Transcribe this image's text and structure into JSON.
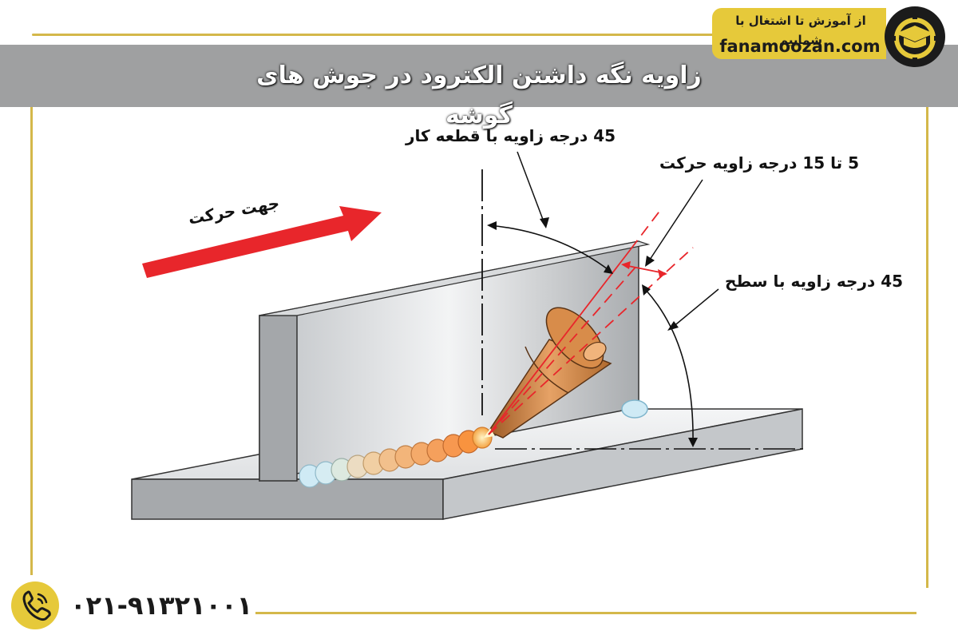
{
  "header": {
    "title": "زاویه نگه داشتن الکترود در جوش های گوشه"
  },
  "brand": {
    "slogan": "از آموزش تا اشتغال با شماییم",
    "url": "fanamoozan.com",
    "logo_icon": "graduation-cap-gear-icon"
  },
  "diagram": {
    "labels": {
      "work_angle": "45 درجه زاویه با قطعه کار",
      "travel_angle": "5 تا 15 درجه زاویه حرکت",
      "surface_angle": "45 درجه زاویه با سطح",
      "travel_direction": "جهت حرکت"
    },
    "colors": {
      "arrow": "#e8262b",
      "guide_lines": "#e8262b",
      "electrode": "#c9803f",
      "plate": "#b9bcbf",
      "frame": "#d4b84a",
      "title_bar": "#9fa0a1"
    }
  },
  "footer": {
    "phone": "۰۲۱-۹۱۳۲۱۰۰۱",
    "phone_icon": "phone-icon"
  }
}
